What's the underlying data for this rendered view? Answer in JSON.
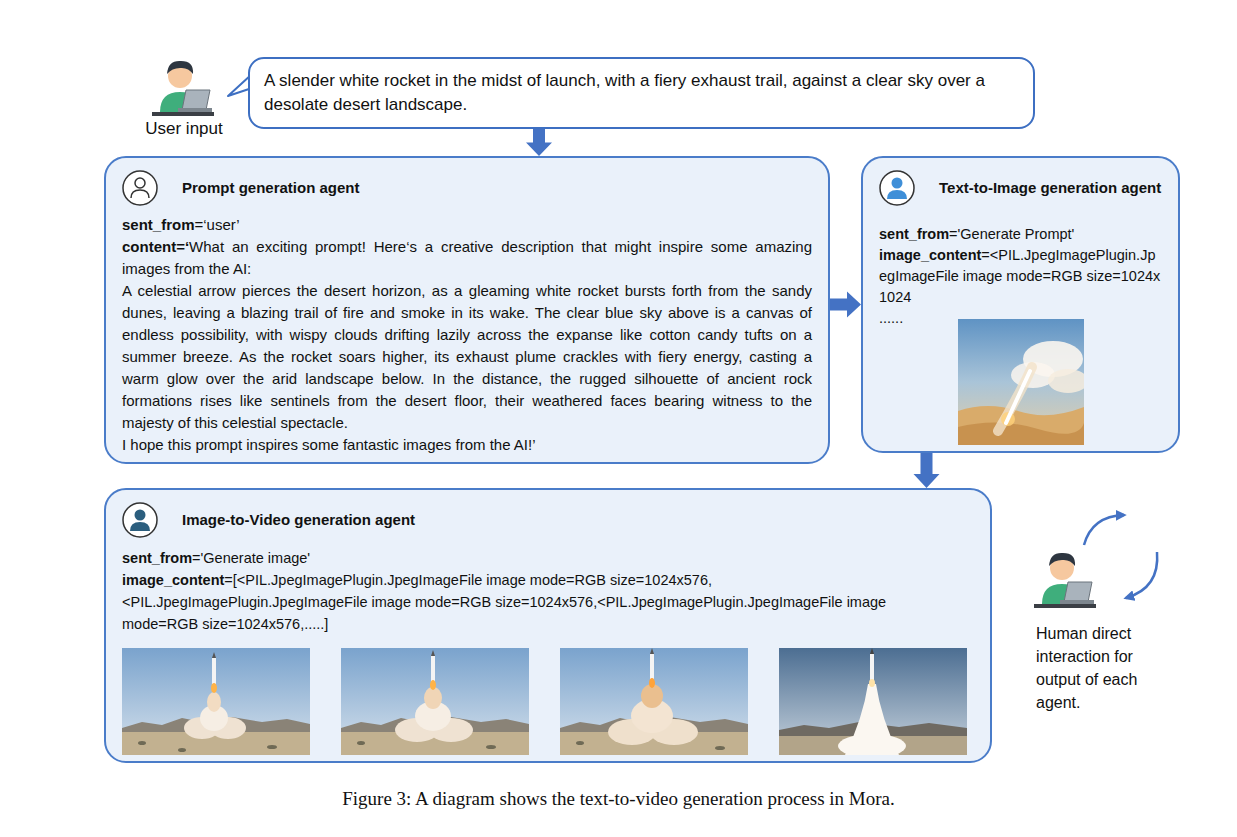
{
  "diagram": {
    "caption": "Figure 3: A diagram shows the text-to-video generation process in Mora.",
    "nodes": [
      {
        "text": [
          "A slender white rocket in the midst of launch, with a fiery exhaust trail, against a clear sky over a desolate desert landscape."
        ]
      },
      {
        "text": [
          "Prompt generation agent",
          "sent_from",
          "=‘user’",
          "content=‘",
          "What an exciting prompt! Here‘s a creative description that might inspire some amazing images from the AI:",
          "A celestial arrow pierces the desert horizon, as a gleaming white rocket bursts forth from the sandy dunes, leaving a blazing trail of fire and smoke in its wake. The clear blue sky above is a canvas of endless possibility, with wispy clouds drifting lazily across the expanse like cotton candy tufts on a summer breeze. As the rocket soars higher, its exhaust plume crackles with fiery energy, casting a warm glow over the arid landscape below. In the distance, the rugged silhouette of ancient rock formations rises like sentinels from the desert floor, their weathered faces bearing witness to the majesty of this celestial spectacle.",
          "I hope this prompt inspires some fantastic images from the AI!’"
        ]
      },
      {
        "text": [
          "Text-to-Image generation agent",
          "sent_from",
          "='Generate Prompt'",
          "image_content",
          "=<PIL.JpegImagePlugin.JpegImageFile image mode=RGB size=1024x1024",
          "......"
        ]
      },
      {
        "text": [
          "Image-to-Video generation agent",
          "sent_from",
          "='Generate image'",
          "image_content",
          "=[<PIL.JpegImagePlugin.JpegImageFile image mode=RGB size=1024x576,<PIL.JpegImagePlugin.JpegImageFile image mode=RGB size=1024x576,<PIL.JpegImagePlugin.JpegImageFile image mode=RGB size=1024x576,.....]"
        ]
      }
    ],
    "edges": [
      {
        "from": 0,
        "to": 1,
        "arrow": "to"
      },
      {
        "from": 1,
        "to": 2,
        "arrow": "to"
      },
      {
        "from": 2,
        "to": 3,
        "arrow": "to"
      }
    ],
    "labels": [
      "User input",
      "Human direct interaction for output of each agent."
    ]
  }
}
